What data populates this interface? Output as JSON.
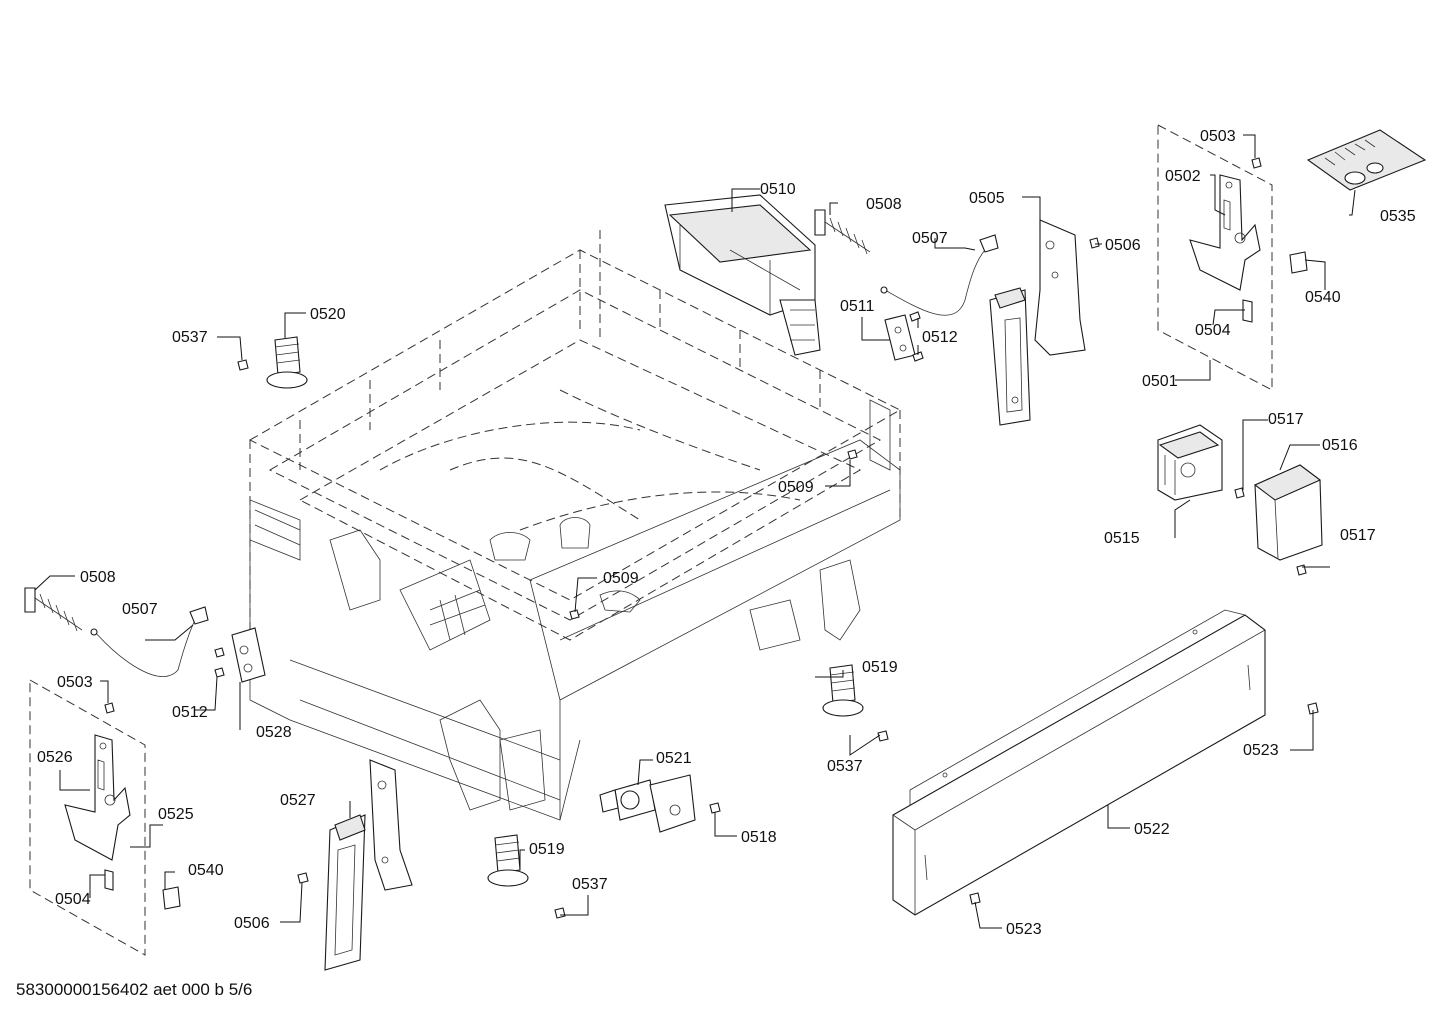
{
  "labels": {
    "l0501": "0501",
    "l0502": "0502",
    "l0503a": "0503",
    "l0503b": "0503",
    "l0504a": "0504",
    "l0504b": "0504",
    "l0505": "0505",
    "l0506a": "0506",
    "l0506b": "0506",
    "l0507a": "0507",
    "l0507b": "0507",
    "l0508a": "0508",
    "l0508b": "0508",
    "l0509a": "0509",
    "l0509b": "0509",
    "l0510": "0510",
    "l0511": "0511",
    "l0512a": "0512",
    "l0512b": "0512",
    "l0515": "0515",
    "l0516": "0516",
    "l0517a": "0517",
    "l0517b": "0517",
    "l0518": "0518",
    "l0519a": "0519",
    "l0519b": "0519",
    "l0520": "0520",
    "l0521": "0521",
    "l0522": "0522",
    "l0523a": "0523",
    "l0523b": "0523",
    "l0525": "0525",
    "l0526": "0526",
    "l0527": "0527",
    "l0528": "0528",
    "l0535": "0535",
    "l0537a": "0537",
    "l0537b": "0537",
    "l0537c": "0537",
    "l0540a": "0540",
    "l0540b": "0540"
  },
  "footer": {
    "doc_ref": "58300000156402 aet 000 b 5/6"
  }
}
